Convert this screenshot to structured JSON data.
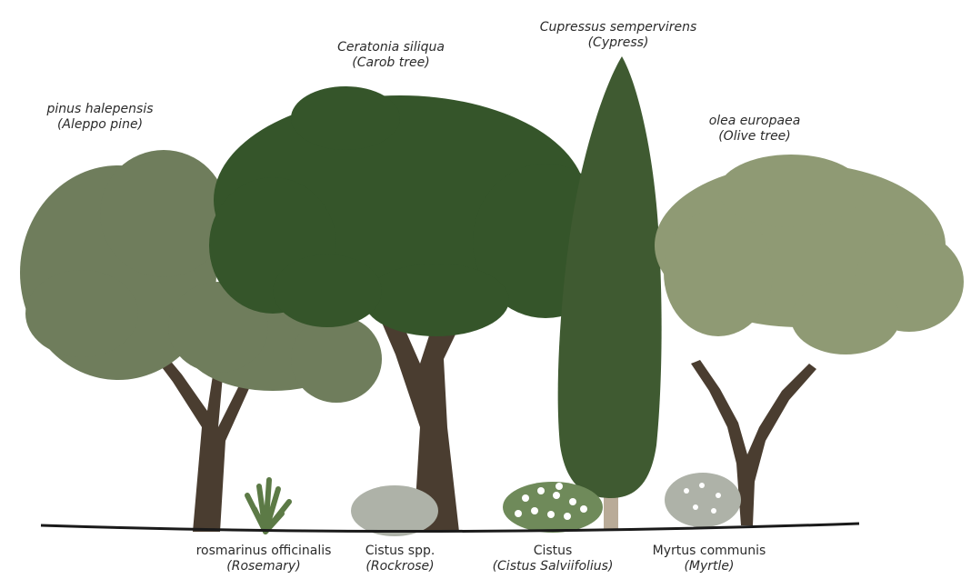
{
  "colors": {
    "ground_line": "#1a1a1a",
    "pine_foliage": "#6f7d5c",
    "carob_foliage": "#35552a",
    "cypress_foliage": "#3f5a31",
    "olive_foliage": "#8f9a74",
    "trunk": "#4a3d30",
    "shrub_grey": "#aeb2a8",
    "rosemary": "#5c7a46"
  },
  "trees": [
    {
      "id": "pine",
      "scientific": "pinus halepensis",
      "common": "(Aleppo pine)"
    },
    {
      "id": "carob",
      "scientific": "Ceratonia siliqua",
      "common": "(Carob tree)"
    },
    {
      "id": "cypress",
      "scientific": "Cupressus sempervirens",
      "common": "(Cypress)"
    },
    {
      "id": "olive",
      "scientific": "olea europaea",
      "common": "(Olive tree)"
    }
  ],
  "shrubs": [
    {
      "id": "rosemary",
      "scientific": "rosmarinus officinalis",
      "common": "(Rosemary)"
    },
    {
      "id": "rockrose",
      "scientific": "Cistus spp.",
      "common": "(Rockrose)"
    },
    {
      "id": "cistus",
      "scientific": "Cistus",
      "common": "(Cistus Salviifolius)"
    },
    {
      "id": "myrtle",
      "scientific": "Myrtus communis",
      "common": "(Myrtle)"
    }
  ]
}
